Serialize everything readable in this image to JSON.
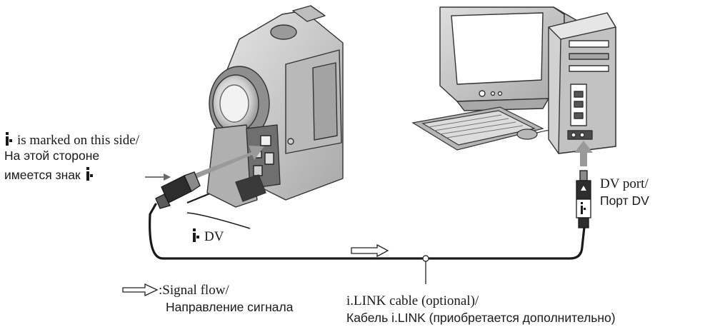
{
  "labels": {
    "marked_side_en": "is marked on this side/",
    "marked_side_ru_1": "На этой стороне",
    "marked_side_ru_2": "имеется знак",
    "dv_jack": "DV",
    "dv_port_en": "DV port/",
    "dv_port_ru": "Порт DV",
    "signal_flow_en": ":Signal flow/",
    "signal_flow_ru": "Направление сигнала",
    "cable_en": "i.LINK cable (optional)/",
    "cable_ru": "Кабель i.LINK (приобретается дополнительно)"
  },
  "icons": {
    "ilink": "ilink-logo-icon",
    "signal_arrow": "hollow-arrow-icon",
    "upload_arrow": "gray-up-arrow-icon"
  },
  "colors": {
    "line": "#1a1a1a",
    "device_body": "#c9c9c9",
    "device_dark": "#7d7d7d",
    "screen": "#ffffff",
    "arrow_gray": "#9a9a9a"
  }
}
